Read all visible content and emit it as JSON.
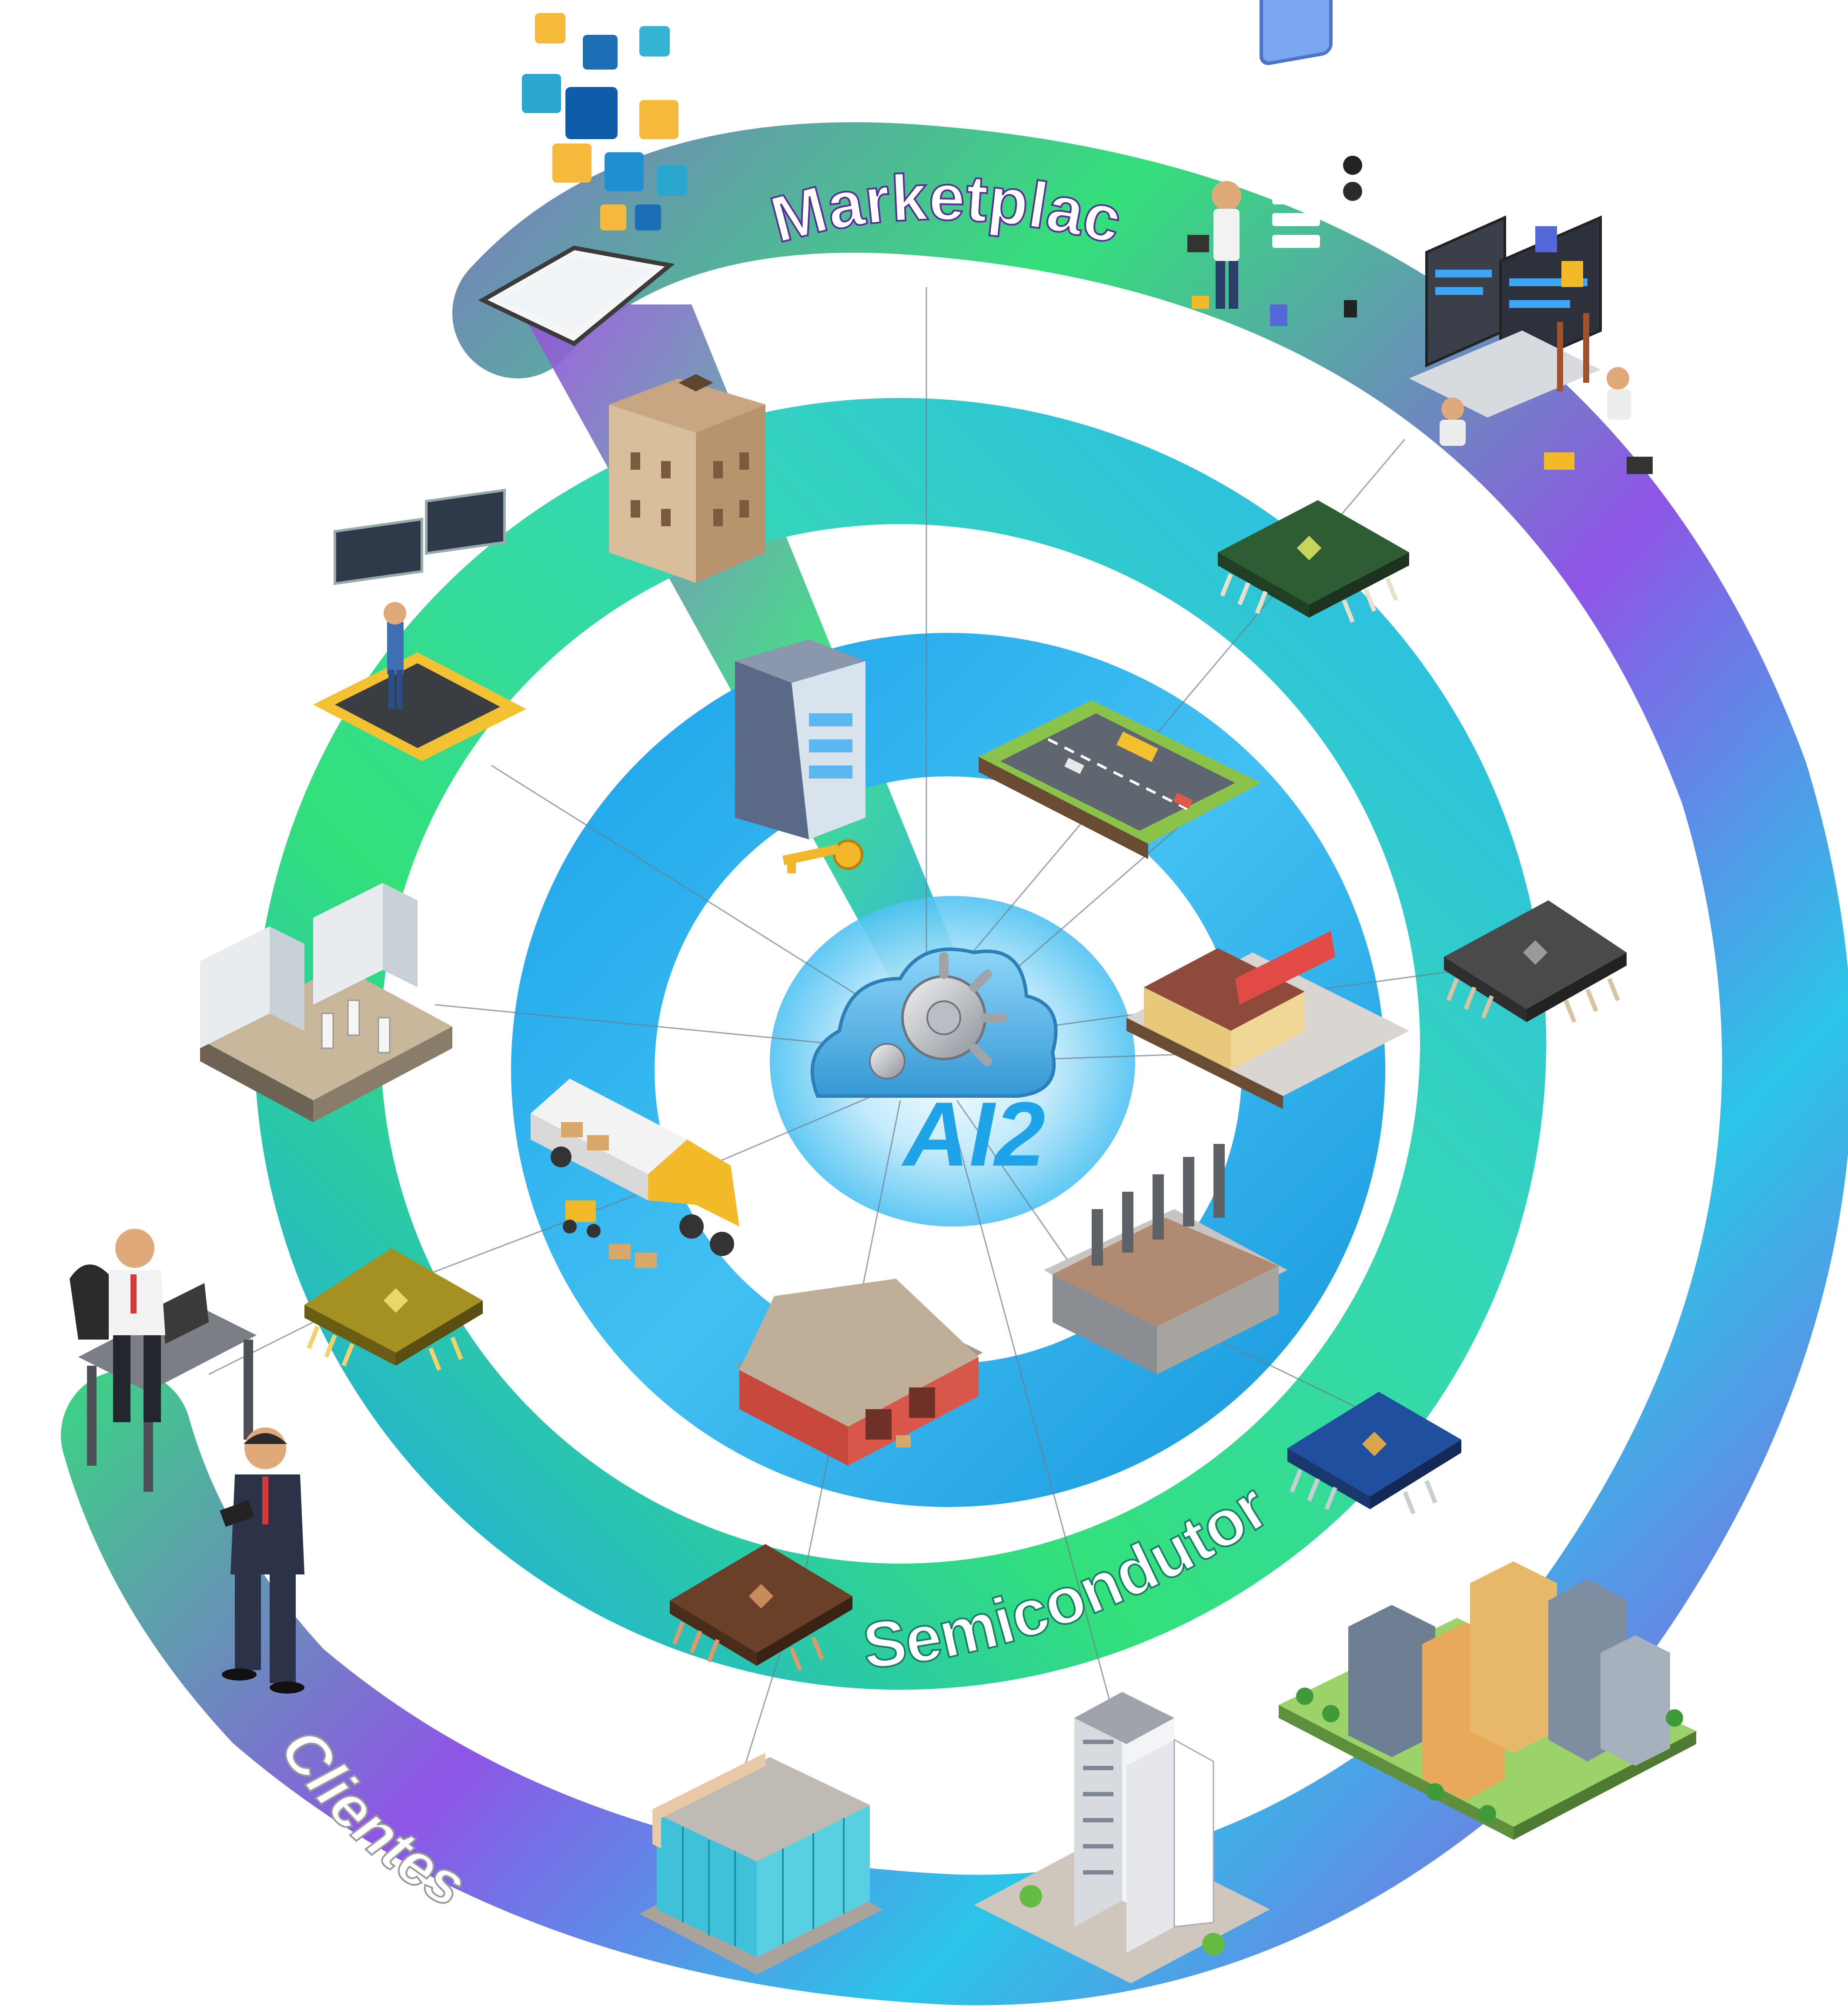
{
  "labels": {
    "outer": "Marketplace",
    "middle": "Semicondutores",
    "clients": "Clientes",
    "logo": "AI2"
  },
  "colors": {
    "purple": "#9B4FE0",
    "green": "#33E07A",
    "blue": "#1FA6EA",
    "lightblue": "#7FD3F7",
    "white": "#ffffff"
  },
  "icons": {
    "center": "cloud-vault-icon",
    "inner_ring": [
      "server-rack-icon",
      "key-icon",
      "highway-icon",
      "shop-icon",
      "power-plant-icon",
      "warehouse-icon",
      "delivery-truck-icon"
    ],
    "middle_ring": [
      "castle-tower-icon",
      "chip-designer-icon",
      "chip-green-icon",
      "chip-gray-icon",
      "fab-cleanroom-icon",
      "chip-gold-icon",
      "chip-blue-icon",
      "chip-copper-icon"
    ],
    "outer_ring": [
      "tablet-apps-icon",
      "app-developer-icon",
      "software-team-icon",
      "office-worker-icon",
      "businessman-tablet-icon",
      "corporate-building-icon",
      "skyscraper-icon",
      "city-block-icon"
    ]
  }
}
